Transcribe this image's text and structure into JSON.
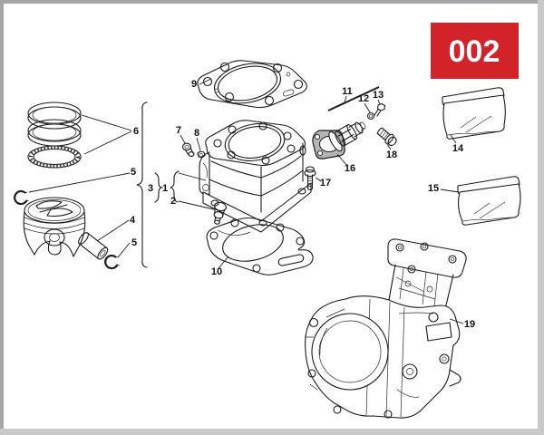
{
  "badge": {
    "text": "002",
    "bg_color": "#d2222a",
    "text_color": "#ffffff"
  },
  "frame": {
    "border_dark": "#a6a6a6",
    "border_light": "#c9c9c9",
    "background": "#ffffff"
  },
  "drawing": {
    "line_color": "#1b1b1b",
    "gasket_fill": "#b5b5b5"
  },
  "labels": {
    "p1": "1",
    "p2": "2",
    "p3": "3",
    "p4": "4",
    "p5a": "5",
    "p5b": "5",
    "p6": "6",
    "p7": "7",
    "p8": "8",
    "p9": "9",
    "p10": "10",
    "p11": "11",
    "p12": "12",
    "p13": "13",
    "p14": "14",
    "p15": "15",
    "p16": "16",
    "p17": "17",
    "p18": "18",
    "p19": "19"
  }
}
